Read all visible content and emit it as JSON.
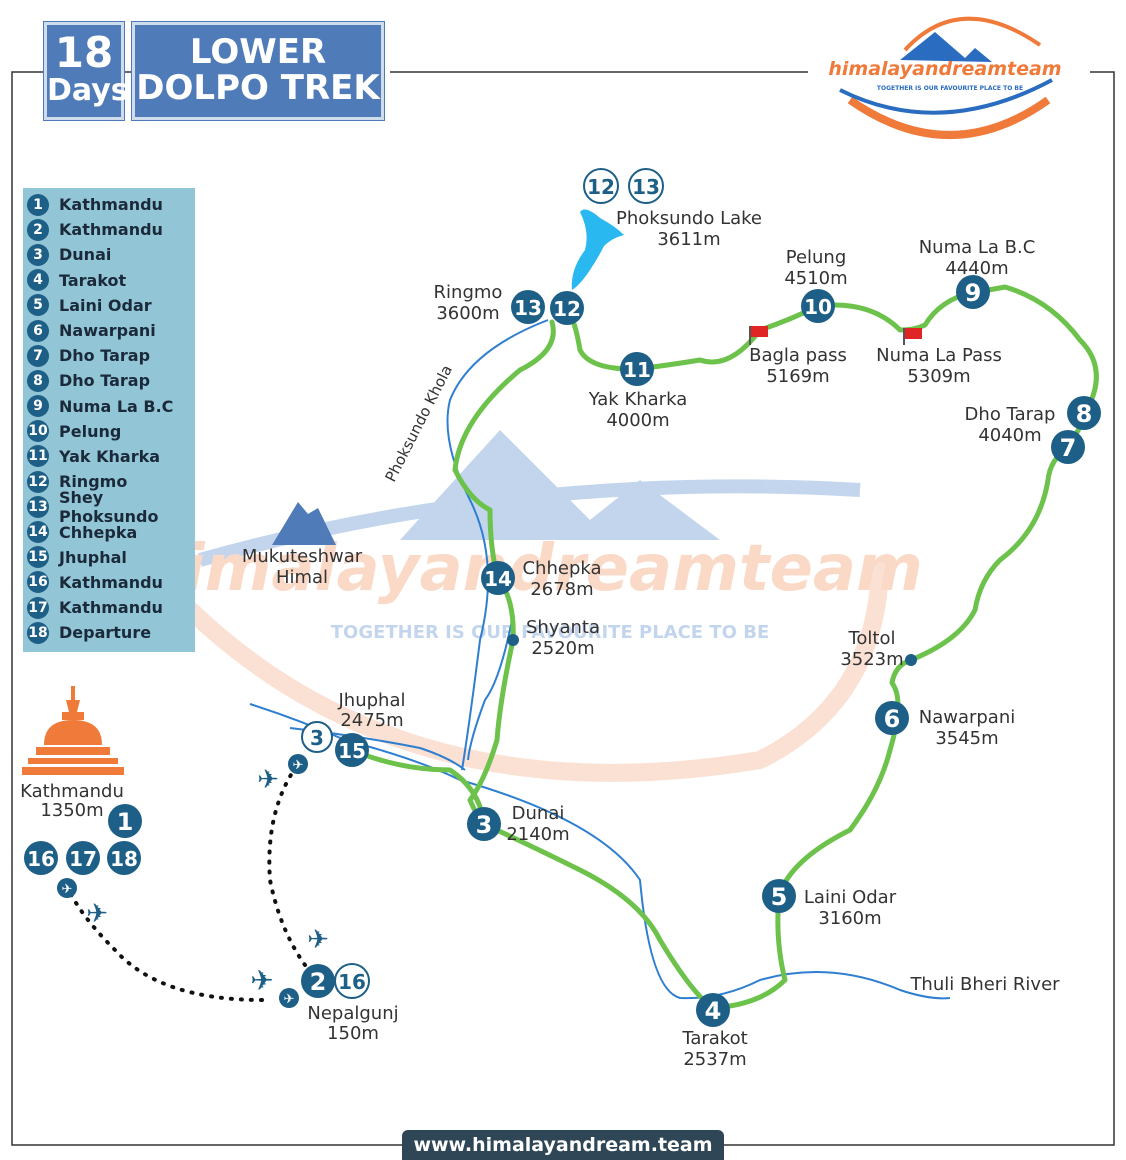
{
  "header": {
    "days_number": "18",
    "days_word": "Days",
    "title_line1": "LOWER",
    "title_line2": "DOLPO TREK"
  },
  "logo": {
    "brand": "himalayandreamteam",
    "tagline": "TOGETHER IS OUR FAVOURITE PLACE TO BE"
  },
  "watermark": {
    "brand": "himalayandreamteam",
    "tagline": "TOGETHER IS OUR FAVOURITE PLACE TO BE"
  },
  "itinerary": [
    {
      "day": "1",
      "place": "Kathmandu"
    },
    {
      "day": "2",
      "place": "Kathmandu"
    },
    {
      "day": "3",
      "place": "Dunai"
    },
    {
      "day": "4",
      "place": "Tarakot"
    },
    {
      "day": "5",
      "place": "Laini Odar"
    },
    {
      "day": "6",
      "place": "Nawarpani"
    },
    {
      "day": "7",
      "place": "Dho Tarap"
    },
    {
      "day": "8",
      "place": "Dho Tarap"
    },
    {
      "day": "9",
      "place": "Numa La B.C"
    },
    {
      "day": "10",
      "place": "Pelung"
    },
    {
      "day": "11",
      "place": "Yak Kharka"
    },
    {
      "day": "12",
      "place": "Ringmo"
    },
    {
      "day": "13",
      "place": "Shey Phoksundo"
    },
    {
      "day": "14",
      "place": "Chhepka"
    },
    {
      "day": "15",
      "place": "Jhuphal"
    },
    {
      "day": "16",
      "place": "Kathmandu"
    },
    {
      "day": "17",
      "place": "Kathmandu"
    },
    {
      "day": "18",
      "place": "Departure"
    }
  ],
  "map": {
    "places": {
      "kathmandu": {
        "name": "Kathmandu",
        "alt": "1350m"
      },
      "nepalgunj": {
        "name": "Nepalgunj",
        "alt": "150m"
      },
      "jhuphal": {
        "name": "Jhuphal",
        "alt": "2475m"
      },
      "dunai": {
        "name": "Dunai",
        "alt": "2140m"
      },
      "tarakot": {
        "name": "Tarakot",
        "alt": "2537m"
      },
      "laini_odar": {
        "name": "Laini Odar",
        "alt": "3160m"
      },
      "nawarpani": {
        "name": "Nawarpani",
        "alt": "3545m"
      },
      "toltol": {
        "name": "Toltol",
        "alt": "3523m"
      },
      "dho_tarap": {
        "name": "Dho Tarap",
        "alt": "4040m"
      },
      "numa_bc": {
        "name": "Numa La B.C",
        "alt": "4440m"
      },
      "numa_pass": {
        "name": "Numa La Pass",
        "alt": "5309m"
      },
      "pelung": {
        "name": "Pelung",
        "alt": "4510m"
      },
      "bagla_pass": {
        "name": "Bagla pass",
        "alt": "5169m"
      },
      "yak_kharka": {
        "name": "Yak Kharka",
        "alt": "4000m"
      },
      "ringmo": {
        "name": "Ringmo",
        "alt": "3600m"
      },
      "phoksundo_lake": {
        "name": "Phoksundo Lake",
        "alt": "3611m"
      },
      "chhepka": {
        "name": "Chhepka",
        "alt": "2678m"
      },
      "shyanta": {
        "name": "Shyanta",
        "alt": "2520m"
      }
    },
    "features": {
      "mountain": "Mukuteshwar",
      "mountain_line2": "Himal",
      "river_thuli": "Thuli Bheri River",
      "river_phoksundo": "Phoksundo Khola"
    },
    "markers": {
      "m1": "1",
      "m2": "2",
      "m3": "3",
      "m4": "4",
      "m5": "5",
      "m6": "6",
      "m7": "7",
      "m8": "8",
      "m9": "9",
      "m10": "10",
      "m11": "11",
      "m12": "12",
      "m13": "13",
      "m14": "14",
      "m15": "15",
      "m16": "16",
      "m17": "17",
      "m18": "18"
    },
    "colors": {
      "trail": "#6cc24a",
      "river": "#2f7fd0",
      "marker": "#1d5f86",
      "header": "#4f7bb8",
      "legend": "#92c6d6",
      "stupa": "#ef7a3a",
      "flag": "#e02525",
      "lake": "#29b8f0"
    }
  },
  "footer": {
    "url": "www.himalayandream.team"
  }
}
